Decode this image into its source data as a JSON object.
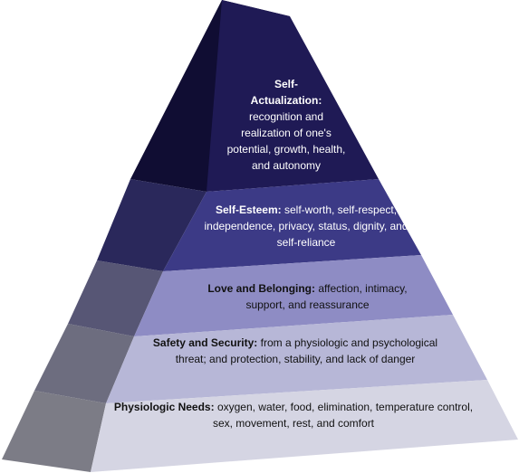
{
  "levels": [
    {
      "title": "Self-\nActualization:",
      "description": "recognition and realization of one's potential, growth, health, and autonomy",
      "front_color": "#1f1a55",
      "side_color": "#100d33"
    },
    {
      "title": "Self-Esteem:",
      "description": "self-worth, self-respect, independence, privacy, status, dignity, and self-reliance",
      "front_color": "#3c3a86",
      "side_color": "#2a285b"
    },
    {
      "title": "Love and Belonging:",
      "description": "affection, intimacy, support, and reassurance",
      "front_color": "#8e8cc4",
      "side_color": "#575675"
    },
    {
      "title": "Safety and Security:",
      "description": "from a physiologic and psychological threat; and protection, stability, and lack of danger",
      "front_color": "#b7b7d7",
      "side_color": "#6d6d7f"
    },
    {
      "title": "Physiologic Needs:",
      "description": "oxygen, water, food, elimination, temperature control, sex, movement, rest, and comfort",
      "front_color": "#d5d5e3",
      "side_color": "#7c7c86"
    }
  ]
}
